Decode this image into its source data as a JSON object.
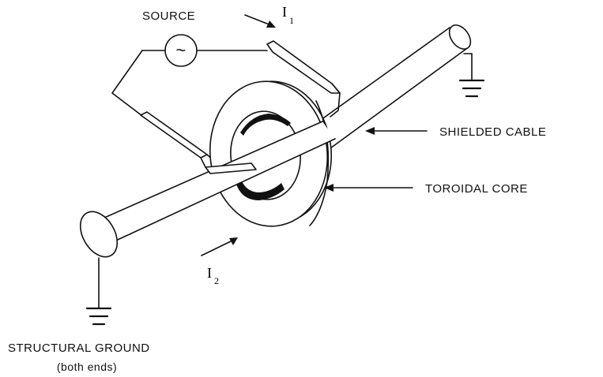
{
  "labels": {
    "source": "SOURCE",
    "i1_main": "I",
    "i1_sub": "1",
    "i2_main": "I",
    "i2_sub": "2",
    "shielded_cable": "SHIELDED CABLE",
    "toroidal_core": "TOROIDAL CORE",
    "structural_ground": "STRUCTURAL GROUND",
    "both_ends": "(both ends)",
    "source_symbol": "~"
  },
  "colors": {
    "ink": "#111111",
    "background": "#ffffff"
  }
}
